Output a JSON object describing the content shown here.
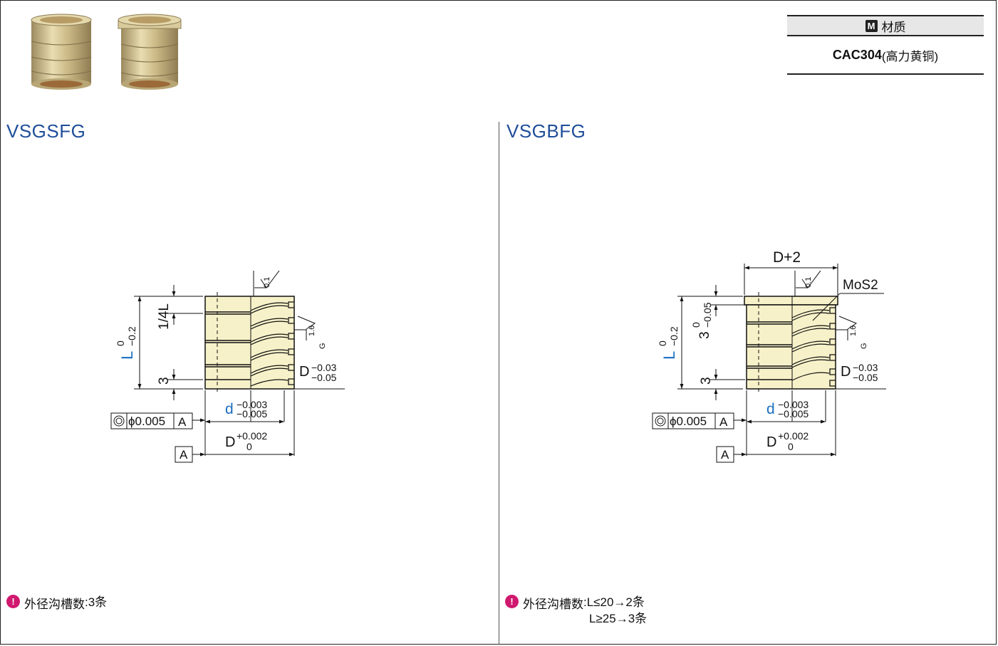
{
  "material": {
    "badge": "M",
    "header": "材质",
    "value_code": "CAC304",
    "value_desc": "(高力黄铜)"
  },
  "products": [
    {
      "title": "VSGSFG",
      "dims": {
        "length": "L",
        "length_tol_upper": "0",
        "length_tol_lower": "−0.2",
        "quarter": "1/4L",
        "groove_pitch": "3",
        "inner": "d",
        "inner_tol_upper": "−0.003",
        "inner_tol_lower": "−0.005",
        "outer_groove": "D",
        "outer_groove_tol_upper": "−0.03",
        "outer_groove_tol_lower": "−0.05",
        "outer": "D",
        "outer_tol_upper": "+0.002",
        "outer_tol_lower": "0",
        "concentricity": "ϕ0.005",
        "datum": "A",
        "roughness_inner": "0.1",
        "roughness_outer": "1.6",
        "grind": "G"
      },
      "note_label": "外径沟槽数",
      "note_lines": [
        ":3条"
      ]
    },
    {
      "title": "VSGBFG",
      "dims": {
        "length": "L",
        "length_tol_upper": "0",
        "length_tol_lower": "−0.2",
        "flange": "3",
        "flange_tol_upper": "0",
        "flange_tol_lower": "−0.05",
        "flange_dia": "D+2",
        "lubricant": "MoS2",
        "groove_pitch": "3",
        "inner": "d",
        "inner_tol_upper": "−0.003",
        "inner_tol_lower": "−0.005",
        "outer_groove": "D",
        "outer_groove_tol_upper": "−0.03",
        "outer_groove_tol_lower": "−0.05",
        "outer": "D",
        "outer_tol_upper": "+0.002",
        "outer_tol_lower": "0",
        "concentricity": "ϕ0.005",
        "datum": "A",
        "roughness_inner": "0.1",
        "roughness_outer": "1.6",
        "grind": "G"
      },
      "note_label": "外径沟槽数",
      "note_lines": [
        ":L≤20→2条",
        "L≥25→3条"
      ]
    }
  ],
  "colors": {
    "title_blue": "#1f4e9a",
    "dim_blue": "#1a6fc0",
    "brass_fill": "#f7f1c9",
    "note_icon": "#d0196f"
  }
}
